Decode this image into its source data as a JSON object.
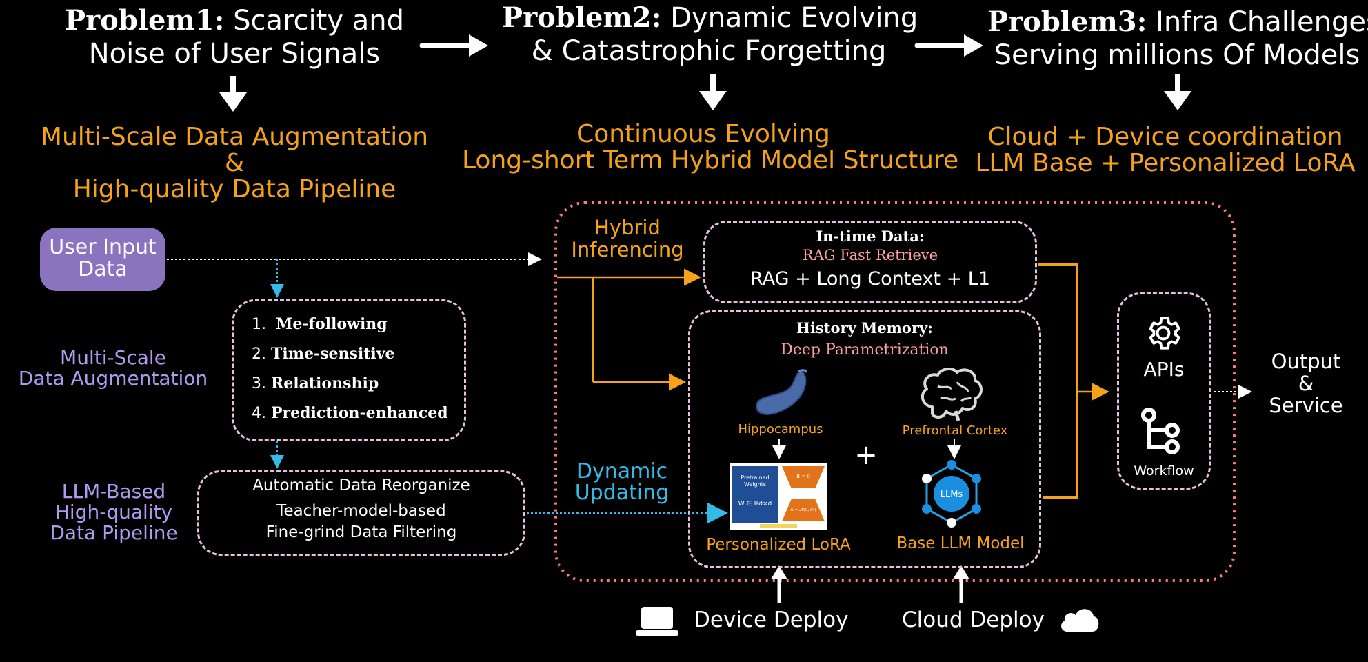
{
  "problems": [
    {
      "label": "Problem1:",
      "line1": "Scarcity and",
      "line2": "Noise of User Signals"
    },
    {
      "label": "Problem2:",
      "line1": "Dynamic Evolving",
      "line2": "& Catastrophic Forgetting"
    },
    {
      "label": "Problem3:",
      "line1": "Infra Challenges",
      "line2": "Serving millions Of Models"
    }
  ],
  "solutions": {
    "s1": {
      "line1": "Multi-Scale Data Augmentation",
      "line2": "&",
      "line3": "High-quality Data Pipeline"
    },
    "s2": {
      "line1": "Continuous Evolving",
      "line2": "Long-short Term Hybrid Model Structure"
    },
    "s3": {
      "line1": "Cloud + Device coordination",
      "line2": "LLM Base + Personalized LoRA"
    }
  },
  "user_input": {
    "line1": "User Input",
    "line2": "Data"
  },
  "augmentation": {
    "label1": "Multi-Scale",
    "label2": "Data Augmentation",
    "items": [
      {
        "num": "1.",
        "text": "Me-following"
      },
      {
        "num": "2.",
        "text": "Time-sensitive"
      },
      {
        "num": "3.",
        "text": "Relationship"
      },
      {
        "num": "4.",
        "text": "Prediction-enhanced"
      }
    ]
  },
  "pipeline": {
    "label1": "LLM-Based",
    "label2": "High-quality",
    "label3": "Data Pipeline",
    "line1": "Automatic Data Reorganize",
    "line2": "Teacher-model-based",
    "line3": "Fine-grind Data Filtering"
  },
  "hybrid": {
    "line1": "Hybrid",
    "line2": "Inferencing"
  },
  "dynamic": {
    "line1": "Dynamic",
    "line2": "Updating"
  },
  "intime": {
    "title": "In-time Data:",
    "subtitle": "RAG Fast Retrieve",
    "body": "RAG + Long Context + L1"
  },
  "history": {
    "title": "History Memory:",
    "subtitle": "Deep Parametrization",
    "hippocampus": "Hippocampus",
    "prefrontal": "Prefrontal Cortex",
    "plus": "+",
    "lora": "Personalized LoRA",
    "base": "Base LLM Model",
    "llms_badge": "LLMs",
    "lora_fig": {
      "pretrained": "Pretrained",
      "weights": "Weights",
      "w_formula": "W ∈ ℝd×d",
      "b_formula": "B = 0",
      "a_formula": "A = 𝒩(0, σ²)"
    }
  },
  "services": {
    "apis": "APIs",
    "workflow": "Workflow"
  },
  "output": {
    "line1": "Output",
    "line2": "&",
    "line3": "Service"
  },
  "deploy": {
    "device": "Device Deploy",
    "cloud": "Cloud Deploy"
  },
  "colors": {
    "orange": "#f5a21b",
    "purple": "#b09af0",
    "cyan": "#35b9e6",
    "pink_border": "#e7bfe0",
    "red_dashed": "#ff7a7a",
    "pink_text": "#ff9f9f"
  }
}
